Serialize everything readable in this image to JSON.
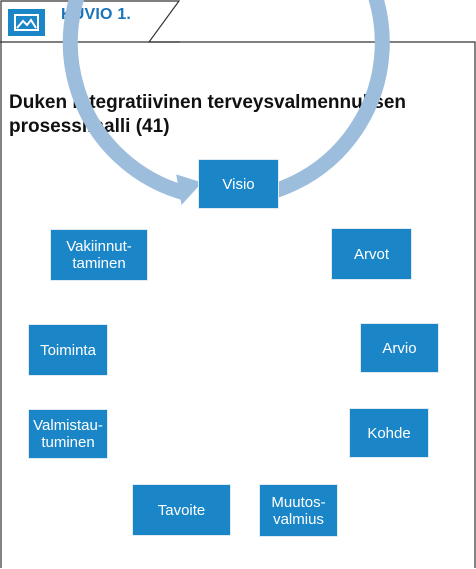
{
  "header": {
    "figure_label": "KUVIO 1.",
    "icon": "image-icon"
  },
  "title": "Duken integratiivinen terveysvalmennuksen prosessimalli (41)",
  "diagram": {
    "type": "cycle",
    "nodes": [
      "Visio",
      "Arvot",
      "Arvio",
      "Kohde",
      "Muutos-\nvalmius",
      "Tavoite",
      "Valmistau-\ntuminen",
      "Toiminta",
      "Vakiinnut-\ntaminen"
    ],
    "colors": {
      "node_fill": "#1a86c8",
      "node_text": "#ffffff",
      "cycle_ring": "#9dbddc",
      "accent_label": "#1a73b8",
      "frame": "#333333"
    }
  }
}
